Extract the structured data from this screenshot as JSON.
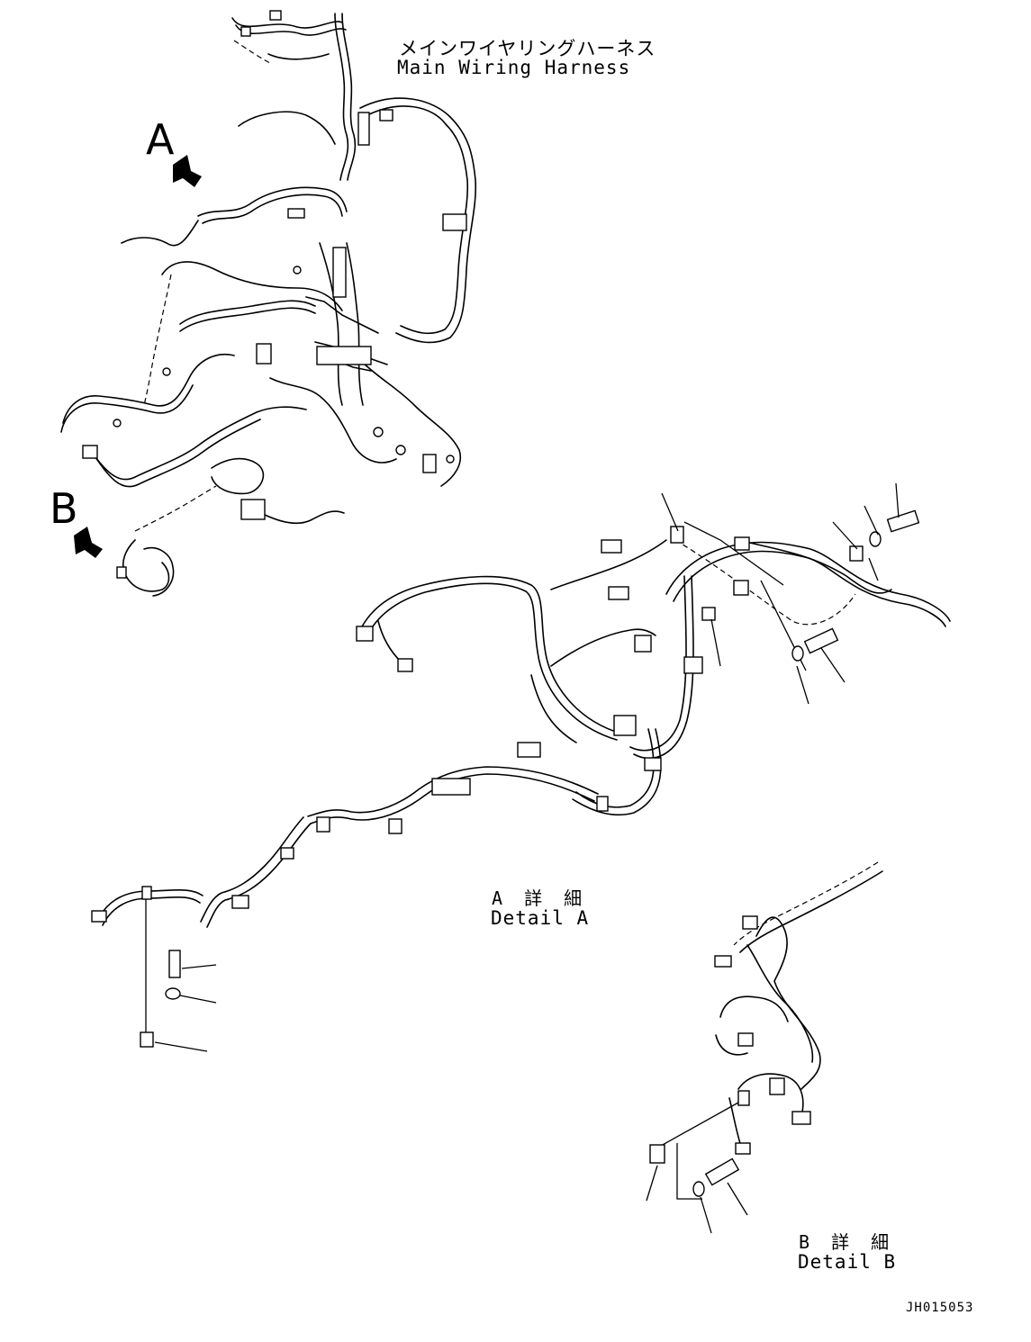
{
  "title": {
    "japanese": "メインワイヤリングハーネス",
    "english": "Main Wiring Harness"
  },
  "view_markers": {
    "a": "A",
    "b": "B"
  },
  "details": {
    "a": {
      "japanese": "A 詳 細",
      "english": "Detail A"
    },
    "b": {
      "japanese": "B 詳 細",
      "english": "Detail B"
    }
  },
  "drawing_code": "JH015053"
}
